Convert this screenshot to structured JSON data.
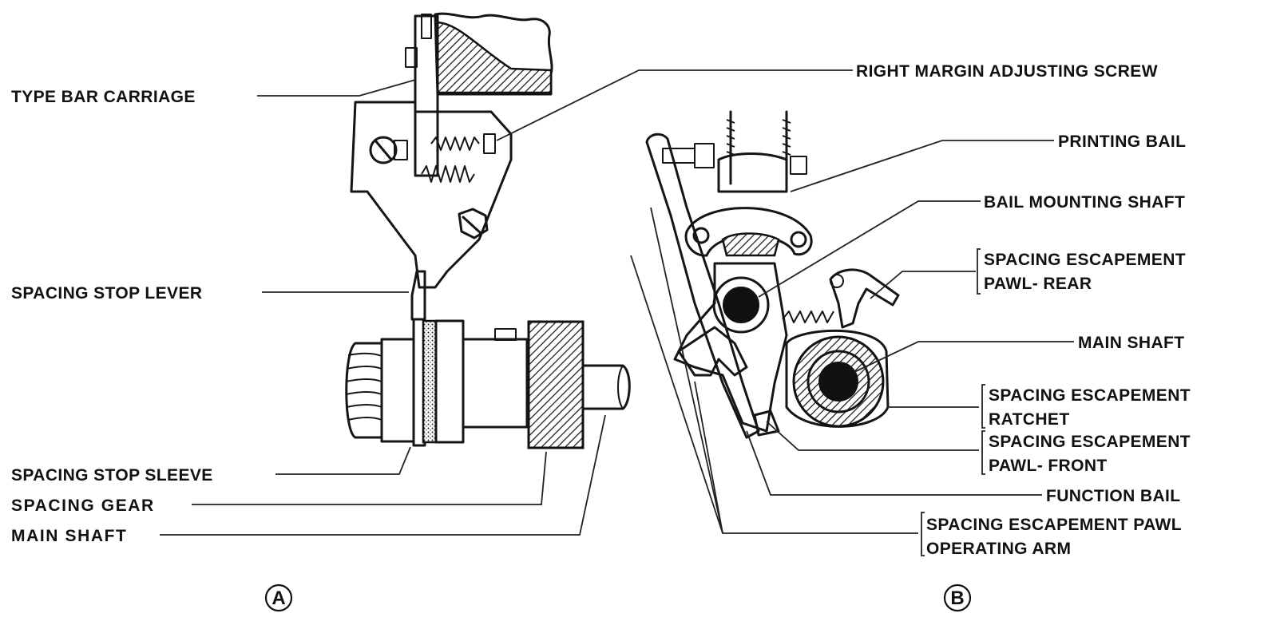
{
  "figure_a": {
    "labels": {
      "type_bar_carriage": "TYPE BAR CARRIAGE",
      "spacing_stop_lever": "SPACING STOP LEVER",
      "spacing_stop_sleeve": "SPACING STOP SLEEVE",
      "spacing_gear": "SPACING GEAR",
      "main_shaft": "MAIN SHAFT"
    },
    "letter": "A"
  },
  "figure_b": {
    "labels": {
      "right_margin_adjusting_screw": "RIGHT MARGIN ADJUSTING SCREW",
      "printing_bail": "PRINTING BAIL",
      "bail_mounting_shaft": "BAIL MOUNTING SHAFT",
      "spacing_escapement_pawl_rear_1": "SPACING ESCAPEMENT",
      "spacing_escapement_pawl_rear_2": "PAWL- REAR",
      "main_shaft": "MAIN SHAFT",
      "spacing_escapement_ratchet_1": "SPACING ESCAPEMENT",
      "spacing_escapement_ratchet_2": "RATCHET",
      "spacing_escapement_pawl_front_1": "SPACING ESCAPEMENT",
      "spacing_escapement_pawl_front_2": "PAWL- FRONT",
      "function_bail": "FUNCTION BAIL",
      "spacing_escapement_pawl_operating_arm_1": "SPACING ESCAPEMENT PAWL",
      "spacing_escapement_pawl_operating_arm_2": "OPERATING ARM"
    },
    "letter": "B"
  }
}
